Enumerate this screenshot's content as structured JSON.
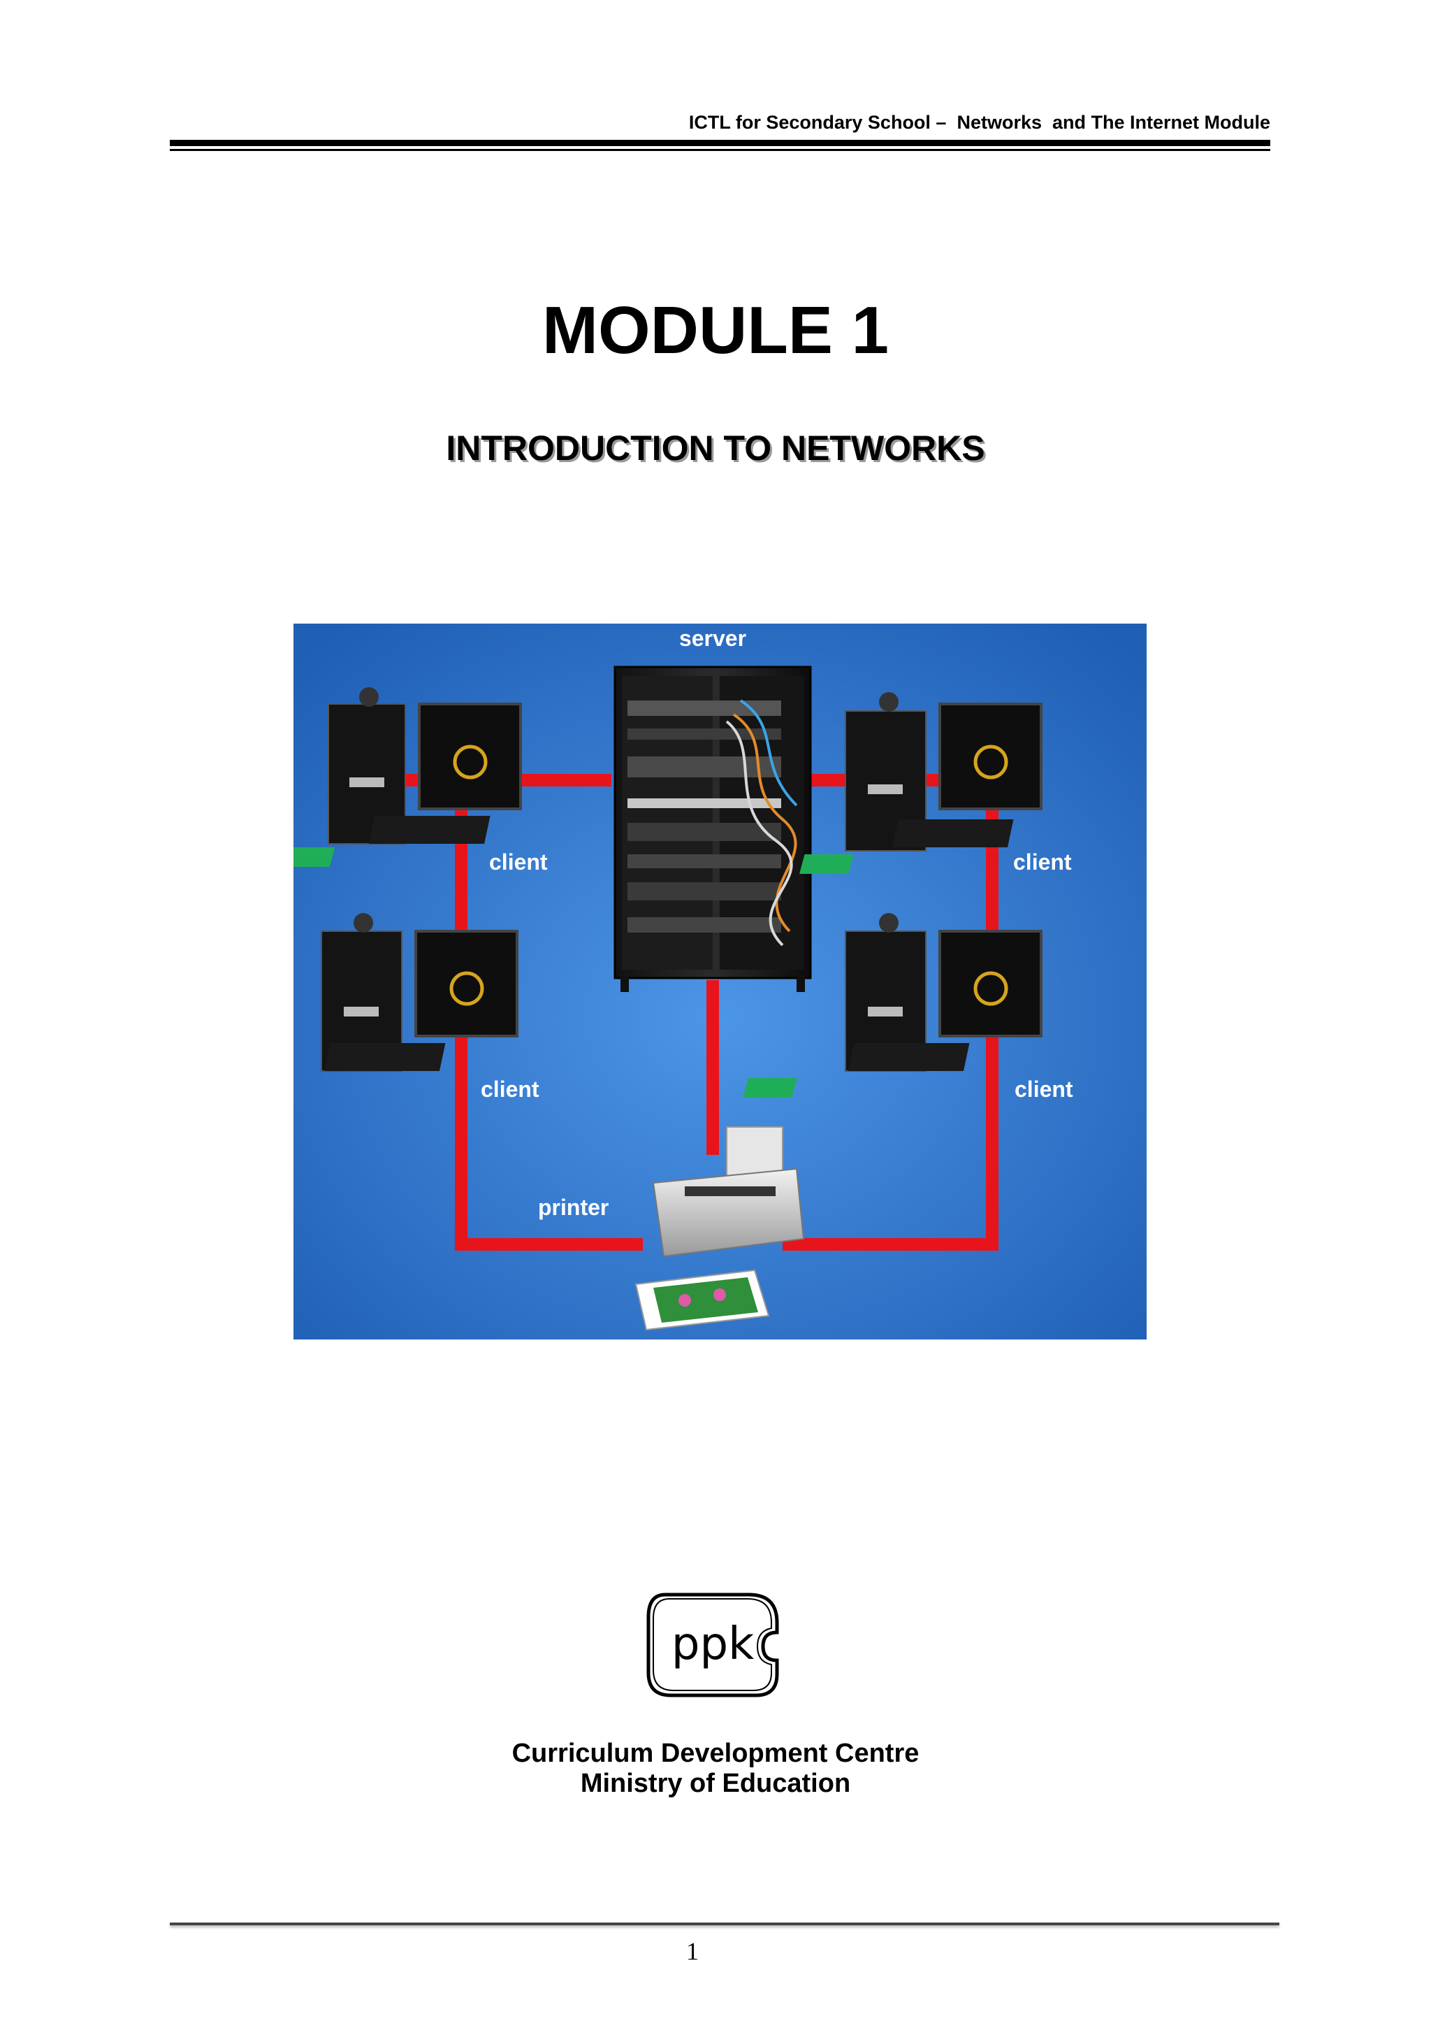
{
  "header": {
    "running_title": "ICTL for Secondary School –  Networks  and The Internet Module"
  },
  "title": {
    "module": "MODULE 1",
    "subtitle": "INTRODUCTION TO NETWORKS"
  },
  "diagram": {
    "background_color": "#2a6fc4",
    "link_color": "#e8141c",
    "labels": {
      "server": "server",
      "client_top_left": "client",
      "client_top_right": "client",
      "client_bottom_left": "client",
      "client_bottom_right": "client",
      "printer": "printer"
    }
  },
  "logo": {
    "text": "ppk"
  },
  "organization": {
    "line1": "Curriculum Development Centre",
    "line2": "Ministry of Education"
  },
  "footer": {
    "page_number": "1"
  }
}
